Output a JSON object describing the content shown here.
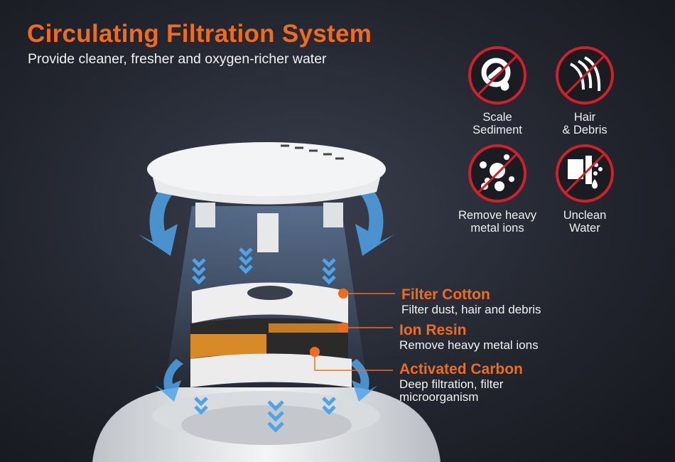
{
  "header": {
    "title": "Circulating Filtration System",
    "subtitle": "Provide cleaner, fresher and oxygen-richer water"
  },
  "badges": [
    {
      "icon": "scale-sediment-icon",
      "label_line1": "Scale",
      "label_line2": "Sediment"
    },
    {
      "icon": "hair-debris-icon",
      "label_line1": "Hair",
      "label_line2": "& Debris"
    },
    {
      "icon": "heavy-metal-ions-icon",
      "label_line1": "Remove heavy",
      "label_line2": "metal ions"
    },
    {
      "icon": "unclean-water-icon",
      "label_line1": "Unclean",
      "label_line2": "Water"
    }
  ],
  "callouts": [
    {
      "title": "Filter Cotton",
      "desc": "Filter dust, hair and debris"
    },
    {
      "title": "Ion Resin",
      "desc": "Remove heavy metal ions"
    },
    {
      "title": "Activated Carbon",
      "desc_line1": "Deep filtration, filter",
      "desc_line2": "microorganism"
    }
  ],
  "colors": {
    "accent": "#f26b1d",
    "prohibit": "#d0202a",
    "arrow": "#4fa3e8"
  }
}
